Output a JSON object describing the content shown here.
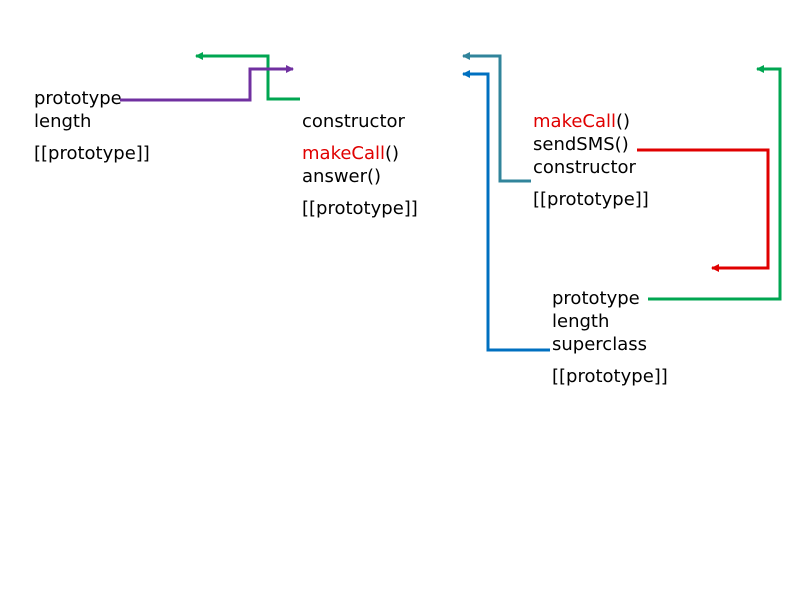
{
  "colors": {
    "purple": "#7030a0",
    "green": "#00a651",
    "teal": "#31849b",
    "blue": "#0070c0",
    "red": "#e00000"
  },
  "block_a": {
    "prototype": "prototype",
    "length": "length",
    "proto_slot": "[[prototype]]"
  },
  "block_b": {
    "constructor": "constructor",
    "makecall_name": "makeCall",
    "makecall_parens": "()",
    "answer": "answer()",
    "proto_slot": "[[prototype]]"
  },
  "block_c": {
    "makecall_name": "makeCall",
    "makecall_parens": "()",
    "sendsms": "sendSMS()",
    "constructor": "constructor",
    "proto_slot": "[[prototype]]"
  },
  "block_d": {
    "prototype": "prototype",
    "length": "length",
    "superclass": "superclass",
    "proto_slot": "[[prototype]]"
  }
}
